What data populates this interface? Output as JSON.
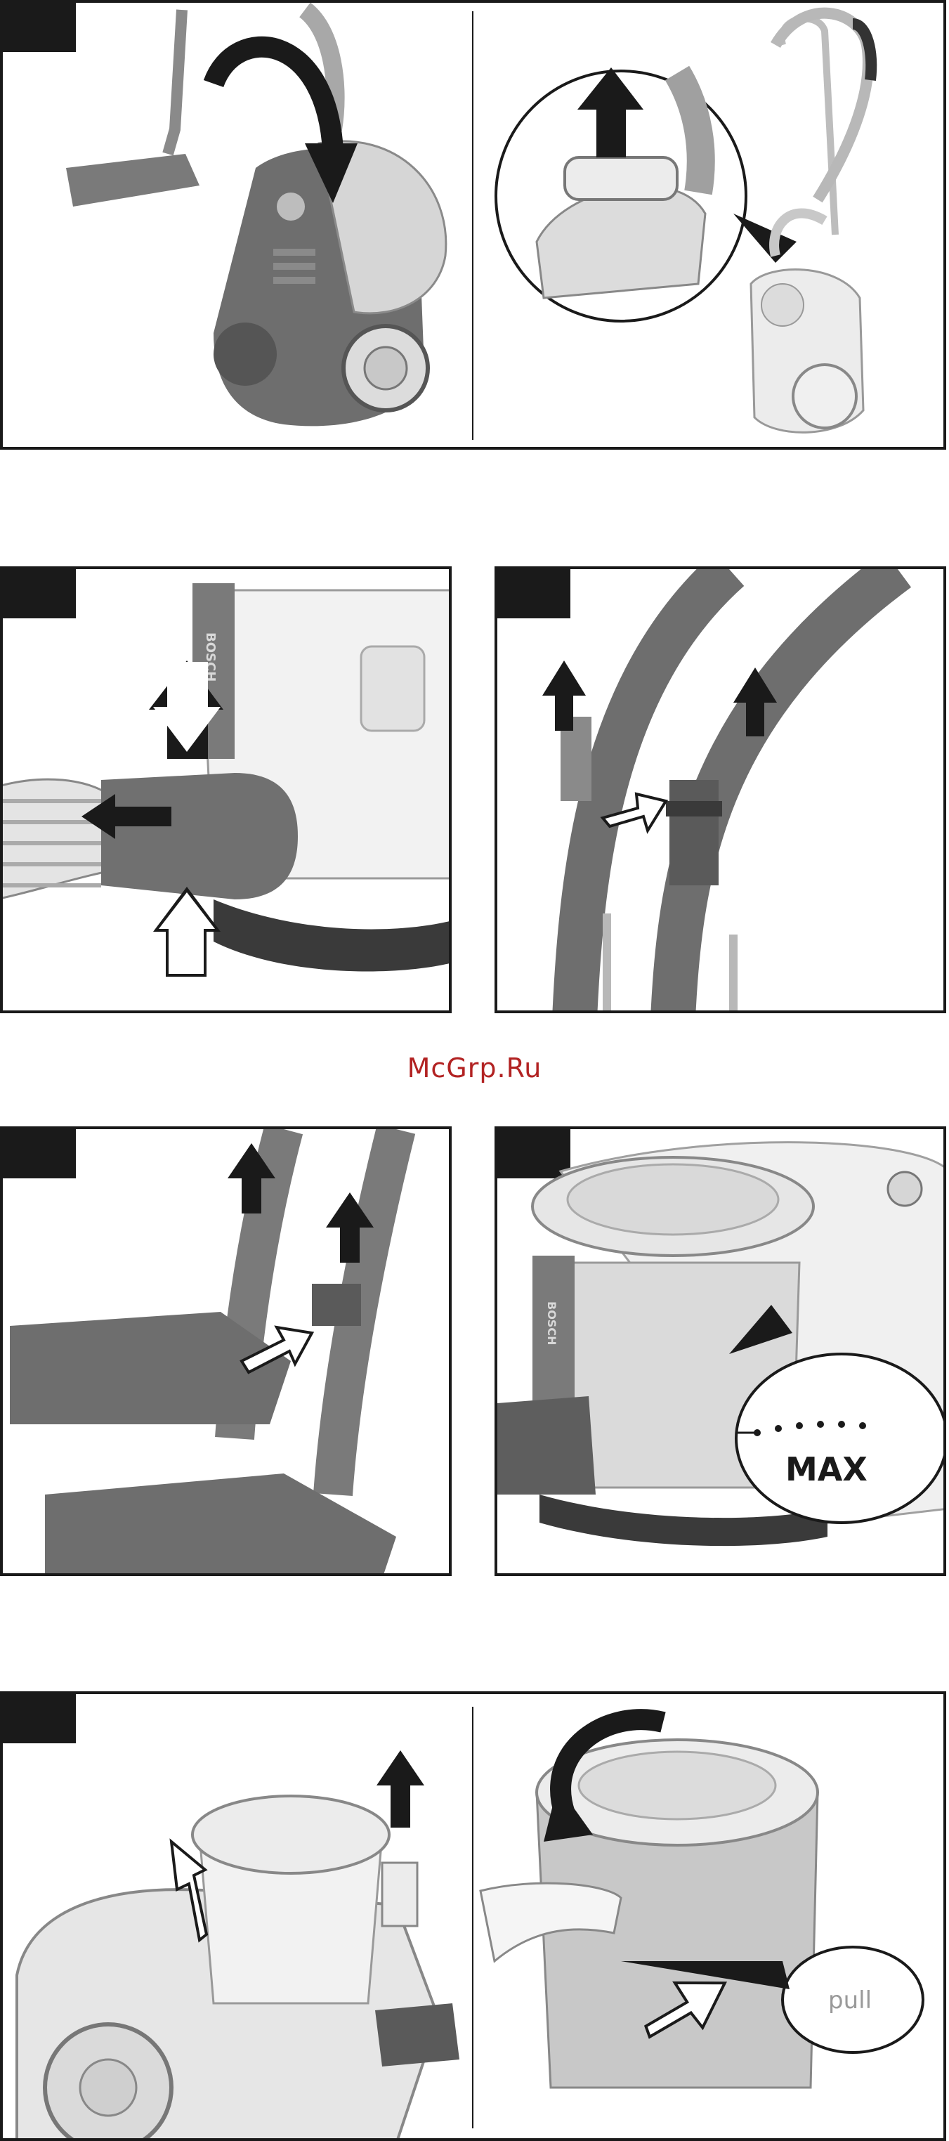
{
  "watermark": "McGrp.Ru",
  "panels": [
    {
      "id": "fig1",
      "callout": ""
    },
    {
      "id": "fig2",
      "brand": "BOSCH"
    },
    {
      "id": "fig3"
    },
    {
      "id": "fig4"
    },
    {
      "id": "fig5",
      "brand": "BOSCH",
      "callout": "MAX"
    },
    {
      "id": "fig6",
      "callout": "pull"
    }
  ],
  "colors": {
    "frame": "#1a1a1a",
    "arrow_dark": "#1a1a1a",
    "arrow_outline": "#ffffff",
    "watermark": "#b22222",
    "device_body": "#6e6e6e",
    "device_light": "#d9d9d9"
  }
}
